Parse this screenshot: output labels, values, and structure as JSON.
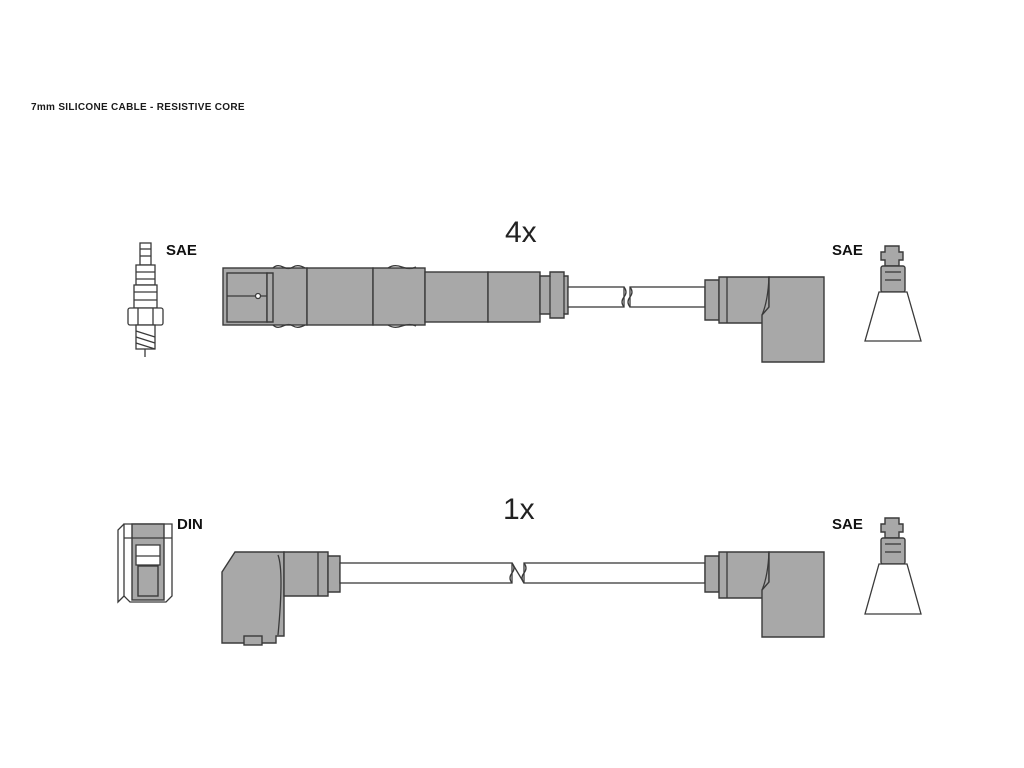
{
  "caption": "7mm SILICONE CABLE - RESISTIVE CORE",
  "cables": [
    {
      "quantity": "4x",
      "left_terminal": {
        "label": "SAE",
        "icon": "spark-plug-icon"
      },
      "right_terminal": {
        "label": "SAE",
        "icon": "sae-terminal-icon"
      }
    },
    {
      "quantity": "1x",
      "left_terminal": {
        "label": "DIN",
        "icon": "din-terminal-icon"
      },
      "right_terminal": {
        "label": "SAE",
        "icon": "sae-terminal-icon"
      }
    }
  ],
  "colors": {
    "connector_fill": "#a8a8a8",
    "outline": "#3a3a3a",
    "background": "#ffffff"
  }
}
